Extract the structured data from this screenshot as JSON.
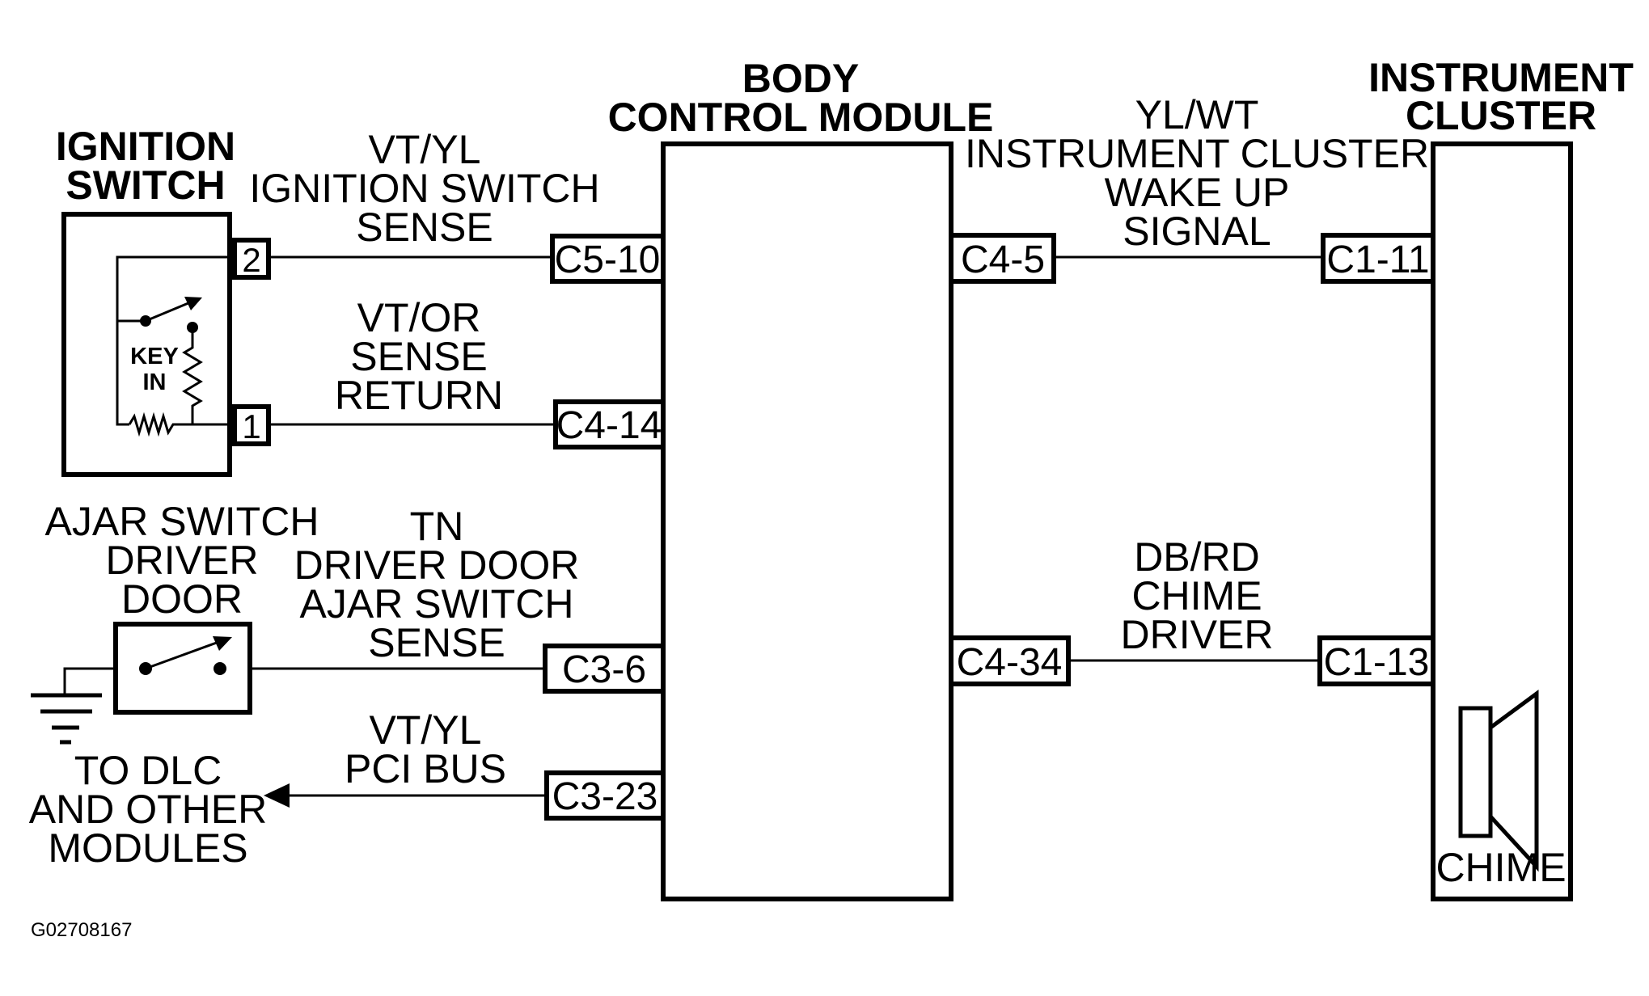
{
  "components": {
    "ignition_switch": {
      "title_line1": "IGNITION",
      "title_line2": "SWITCH",
      "pin_top": "2",
      "pin_bottom": "1",
      "key_line1": "KEY",
      "key_line2": "IN"
    },
    "bcm": {
      "title_line1": "BODY",
      "title_line2": "CONTROL MODULE"
    },
    "instrument_cluster": {
      "title_line1": "INSTRUMENT",
      "title_line2": "CLUSTER",
      "chime_label": "CHIME"
    },
    "ajar_switch": {
      "line1": "AJAR SWITCH",
      "line2": "DRIVER",
      "line3": "DOOR"
    },
    "dlc": {
      "line1": "TO DLC",
      "line2": "AND OTHER",
      "line3": "MODULES"
    }
  },
  "connectors": {
    "bcm_c5_10": "C5-10",
    "bcm_c4_14": "C4-14",
    "bcm_c3_6": "C3-6",
    "bcm_c3_23": "C3-23",
    "bcm_c4_5": "C4-5",
    "bcm_c4_34": "C4-34",
    "ic_c1_11": "C1-11",
    "ic_c1_13": "C1-13"
  },
  "wires": {
    "ign_sense": {
      "line1": "VT/YL",
      "line2": "IGNITION SWITCH",
      "line3": "SENSE"
    },
    "sense_return": {
      "line1": "VT/OR",
      "line2": "SENSE",
      "line3": "RETURN"
    },
    "door_ajar": {
      "line1": "TN",
      "line2": "DRIVER DOOR",
      "line3": "AJAR SWITCH",
      "line4": "SENSE"
    },
    "pci_bus": {
      "line1": "VT/YL",
      "line2": "PCI BUS"
    },
    "wake_up": {
      "line1": "YL/WT",
      "line2": "INSTRUMENT CLUSTER",
      "line3": "WAKE UP",
      "line4": "SIGNAL"
    },
    "chime_driver": {
      "line1": "DB/RD",
      "line2": "CHIME",
      "line3": "DRIVER"
    }
  },
  "figure_id": "G02708167"
}
